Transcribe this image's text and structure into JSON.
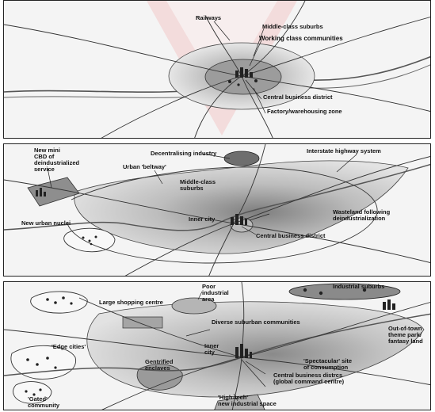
{
  "panels": [
    {
      "labels": {
        "railways": "Railways",
        "middle_class_suburbs": "Middle-class suburbs",
        "working_class_communities": "Working class communities",
        "central_business_district": "Central business district",
        "factory_warehousing_zone": "Factory/warehousing zone"
      }
    },
    {
      "labels": {
        "new_mini_cbd": "New mini\nCBD of\ndeindustrialized\nservice",
        "decentralising_industry": "Decentralising industry",
        "interstate_highway_system": "Interstate highway system",
        "urban_beltway": "Urban 'beltway'",
        "middle_class_suburbs": "Middle-class\nsuburbs",
        "new_urban_nuclei": "New urban nuclei",
        "inner_city": "Inner city",
        "wasteland": "Wasteland following\ndeindustrialization",
        "central_business_district": "Central business district"
      }
    },
    {
      "labels": {
        "poor_industrial_area": "Poor\nindustrial\narea",
        "industrial_suburbs": "Industrial suburbs",
        "large_shopping_centre": "Large shopping centre",
        "diverse_suburban_communities": "Diverse suburban communities",
        "out_of_town_theme_park": "Out-of-town\ntheme park/\nfantasy land",
        "edge_cities": "'Edge cities'",
        "inner_city": "Inner\ncity",
        "gentrified_enclaves": "Gentrified\nenclaves",
        "spectacular_site": "'Spectacular' site\nof consumption",
        "cbd_global": "Central business distrcs\n(global command centre)",
        "gated_community": "'Gated'\ncommunity",
        "high_tech": "'High-tech'\nnew industrial space"
      }
    }
  ],
  "colors": {
    "watermark": "#f3c9c9",
    "urban_shade": "#9a9a9a",
    "line": "#333333"
  }
}
